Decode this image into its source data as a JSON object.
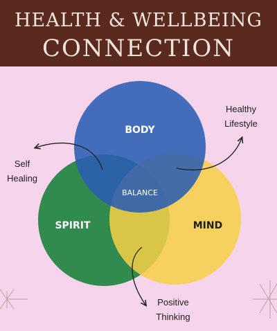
{
  "header": {
    "title_line1": "HEALTH & WELLBEING",
    "title_line2": "CONNECTION",
    "background": "#5a2a20",
    "text_color": "#f1e6db"
  },
  "diagram": {
    "circles": {
      "body": {
        "label": "BODY",
        "color": "#2a5db3"
      },
      "spirit": {
        "label": "SPIRIT",
        "color": "#2e8a4a"
      },
      "mind": {
        "label": "MIND",
        "color": "#f7d048"
      }
    },
    "center_label": "BALANCE",
    "callouts": {
      "healthy_lifestyle": [
        "Healthy",
        "Lifestyle"
      ],
      "self_healing": [
        "Self",
        "Healing"
      ],
      "positive_thinking": [
        "Positive",
        "Thinking"
      ]
    }
  },
  "background": "#f6d5ec"
}
